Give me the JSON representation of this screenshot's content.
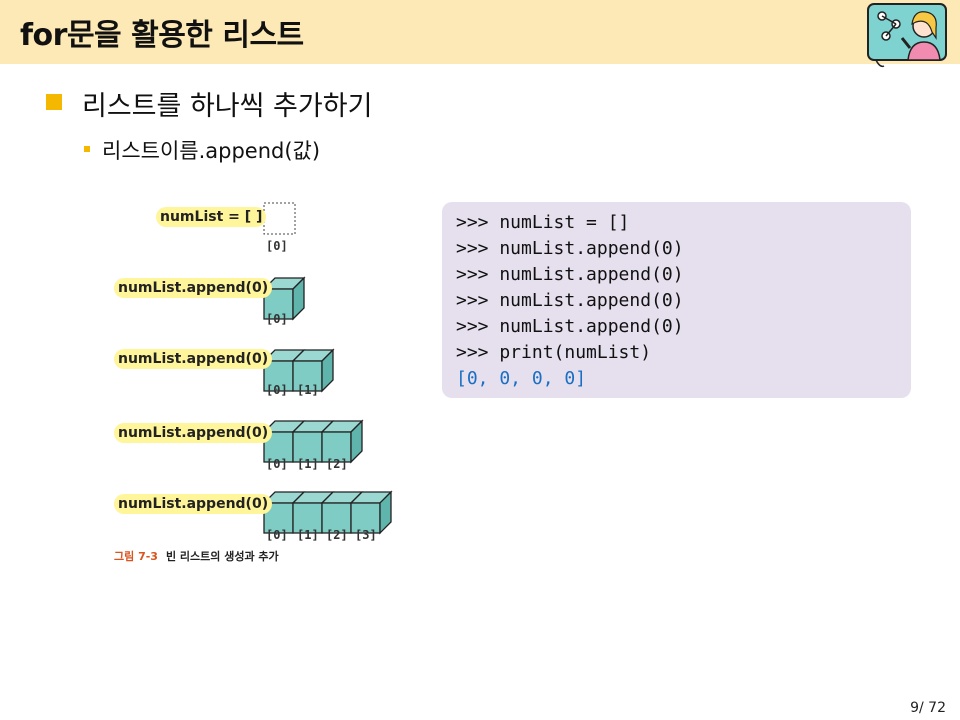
{
  "slide": {
    "title": "for문을 활용한 리스트",
    "bullet1": "리스트를 하나씩 추가하기",
    "bullet2": "리스트이름.append(값)"
  },
  "figure": {
    "rows": [
      {
        "label": "numList = [ ]",
        "indices": [
          "[0]"
        ],
        "boxes": 0
      },
      {
        "label": "numList.append(0)",
        "indices": [
          "[0]"
        ],
        "boxes": 1
      },
      {
        "label": "numList.append(0)",
        "indices": [
          "[0]",
          "[1]"
        ],
        "boxes": 2
      },
      {
        "label": "numList.append(0)",
        "indices": [
          "[0]",
          "[1]",
          "[2]"
        ],
        "boxes": 3
      },
      {
        "label": "numList.append(0)",
        "indices": [
          "[0]",
          "[1]",
          "[2]",
          "[3]"
        ],
        "boxes": 4
      }
    ],
    "caption_number": "그림 7-3",
    "caption_text": "빈 리스트의 생성과 추가",
    "cube_color": "#7fccc4"
  },
  "code": {
    "lines": [
      ">>> numList = []",
      ">>> numList.append(0)",
      ">>> numList.append(0)",
      ">>> numList.append(0)",
      ">>> numList.append(0)",
      ">>> print(numList)"
    ],
    "output": "[0, 0, 0, 0]"
  },
  "footer": {
    "page": "9/ 72"
  },
  "colors": {
    "header_bg": "#fde9b5",
    "bullet": "#f5b800",
    "label_bg": "#fff59a",
    "code_bg": "#e6e0ee",
    "output": "#1a6fc4",
    "caption_number": "#d9541e"
  },
  "icons": {
    "logo": "presenter-illustration-icon"
  }
}
